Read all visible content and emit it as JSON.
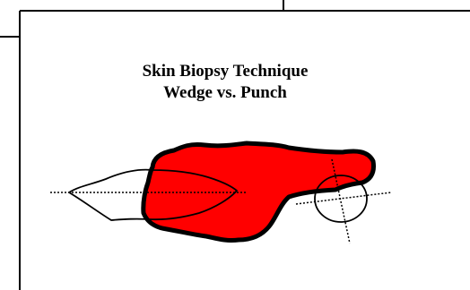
{
  "diagram": {
    "title_line1": "Skin Biopsy Technique",
    "title_line2": "Wedge vs. Punch"
  },
  "colors": {
    "lesion_fill": "#ff0000",
    "outline": "#000000",
    "background": "#ffffff"
  },
  "icons": {
    "wedge_excision": "wedge-excision-outline",
    "punch_biopsy": "punch-biopsy-circle"
  }
}
